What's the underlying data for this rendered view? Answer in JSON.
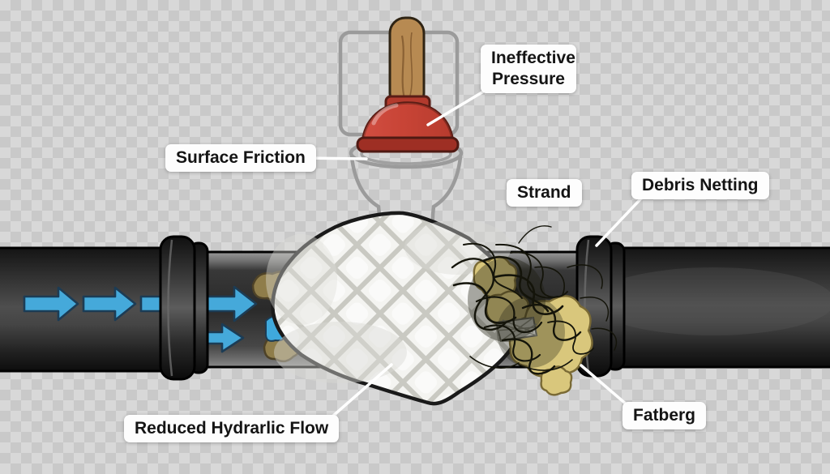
{
  "diagram": {
    "labels": {
      "ineffective_pressure": "Ineffective Pressure",
      "surface_friction": "Surface Friction",
      "strand": "Strand",
      "debris_netting": "Debris Netting",
      "reduced_hydraulic_flow": "Reduced Hydrarlic Flow",
      "fatberg": "Fatberg"
    },
    "illustration": {
      "parts": [
        "plunger-icon",
        "toilet-outline-icon",
        "sewer-pipe",
        "pipe-coupling-left",
        "pipe-coupling-right",
        "flow-arrows",
        "wet-wipe-blockage",
        "hair-strand-tangle",
        "fat-deposits",
        "debris-netting-piece",
        "pipe-debris",
        "water-splash"
      ],
      "flow_direction": "left-to-right",
      "flow_arrow_count": 4
    },
    "colors": {
      "checker_light": "#d8d8d8",
      "checker_dark": "#c9c9c9",
      "arrow_blue": "#45a9da",
      "arrow_outline": "#1c3c55",
      "plunger_red": "#c84436",
      "plunger_red_dark": "#9e2f24",
      "handle_wood": "#b78a52",
      "pipe_dark": "#1c1c1c",
      "fat_yellow": "#d9c77c",
      "wipe_white": "#f4f4f1",
      "toilet_outline": "#9b9b9b",
      "label_bg": "#fdfdfd",
      "label_text": "#141414",
      "leader_line": "#ffffff"
    }
  }
}
